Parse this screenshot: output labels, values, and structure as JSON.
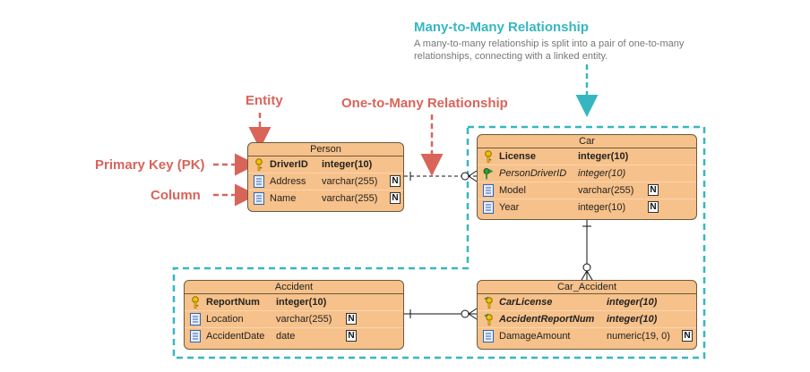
{
  "annotations": {
    "entity": "Entity",
    "one_to_many": "One-to-Many Relationship",
    "primary_key": "Primary Key (PK)",
    "column": "Column"
  },
  "many_to_many": {
    "title": "Many-to-Many Relationship",
    "description": "A many-to-many relationship is split into a pair of one-to-many relationships, connecting with a linked entity."
  },
  "null_marker": "N",
  "entities": {
    "person": {
      "name": "Person",
      "columns": [
        {
          "name": "DriverID",
          "type": "integer(10)",
          "key": "pk"
        },
        {
          "name": "Address",
          "type": "varchar(255)",
          "key": "none",
          "nullable": true
        },
        {
          "name": "Name",
          "type": "varchar(255)",
          "key": "none",
          "nullable": true
        }
      ]
    },
    "car": {
      "name": "Car",
      "columns": [
        {
          "name": "License",
          "type": "integer(10)",
          "key": "pk"
        },
        {
          "name": "PersonDriverID",
          "type": "integer(10)",
          "key": "fk"
        },
        {
          "name": "Model",
          "type": "varchar(255)",
          "key": "none",
          "nullable": true
        },
        {
          "name": "Year",
          "type": "integer(10)",
          "key": "none",
          "nullable": true
        }
      ]
    },
    "accident": {
      "name": "Accident",
      "columns": [
        {
          "name": "ReportNum",
          "type": "integer(10)",
          "key": "pk"
        },
        {
          "name": "Location",
          "type": "varchar(255)",
          "key": "none",
          "nullable": true
        },
        {
          "name": "AccidentDate",
          "type": "date",
          "key": "none",
          "nullable": true
        }
      ]
    },
    "car_accident": {
      "name": "Car_Accident",
      "columns": [
        {
          "name": "CarLicense",
          "type": "integer(10)",
          "key": "pkfk"
        },
        {
          "name": "AccidentReportNum",
          "type": "integer(10)",
          "key": "pkfk"
        },
        {
          "name": "DamageAmount",
          "type": "numeric(19, 0)",
          "key": "none",
          "nullable": true
        }
      ]
    }
  },
  "colors": {
    "annotation": "#d9645a",
    "many_to_many": "#36b7c0",
    "entity_fill": "#f6c18a",
    "entity_border": "#6b5a3c"
  }
}
